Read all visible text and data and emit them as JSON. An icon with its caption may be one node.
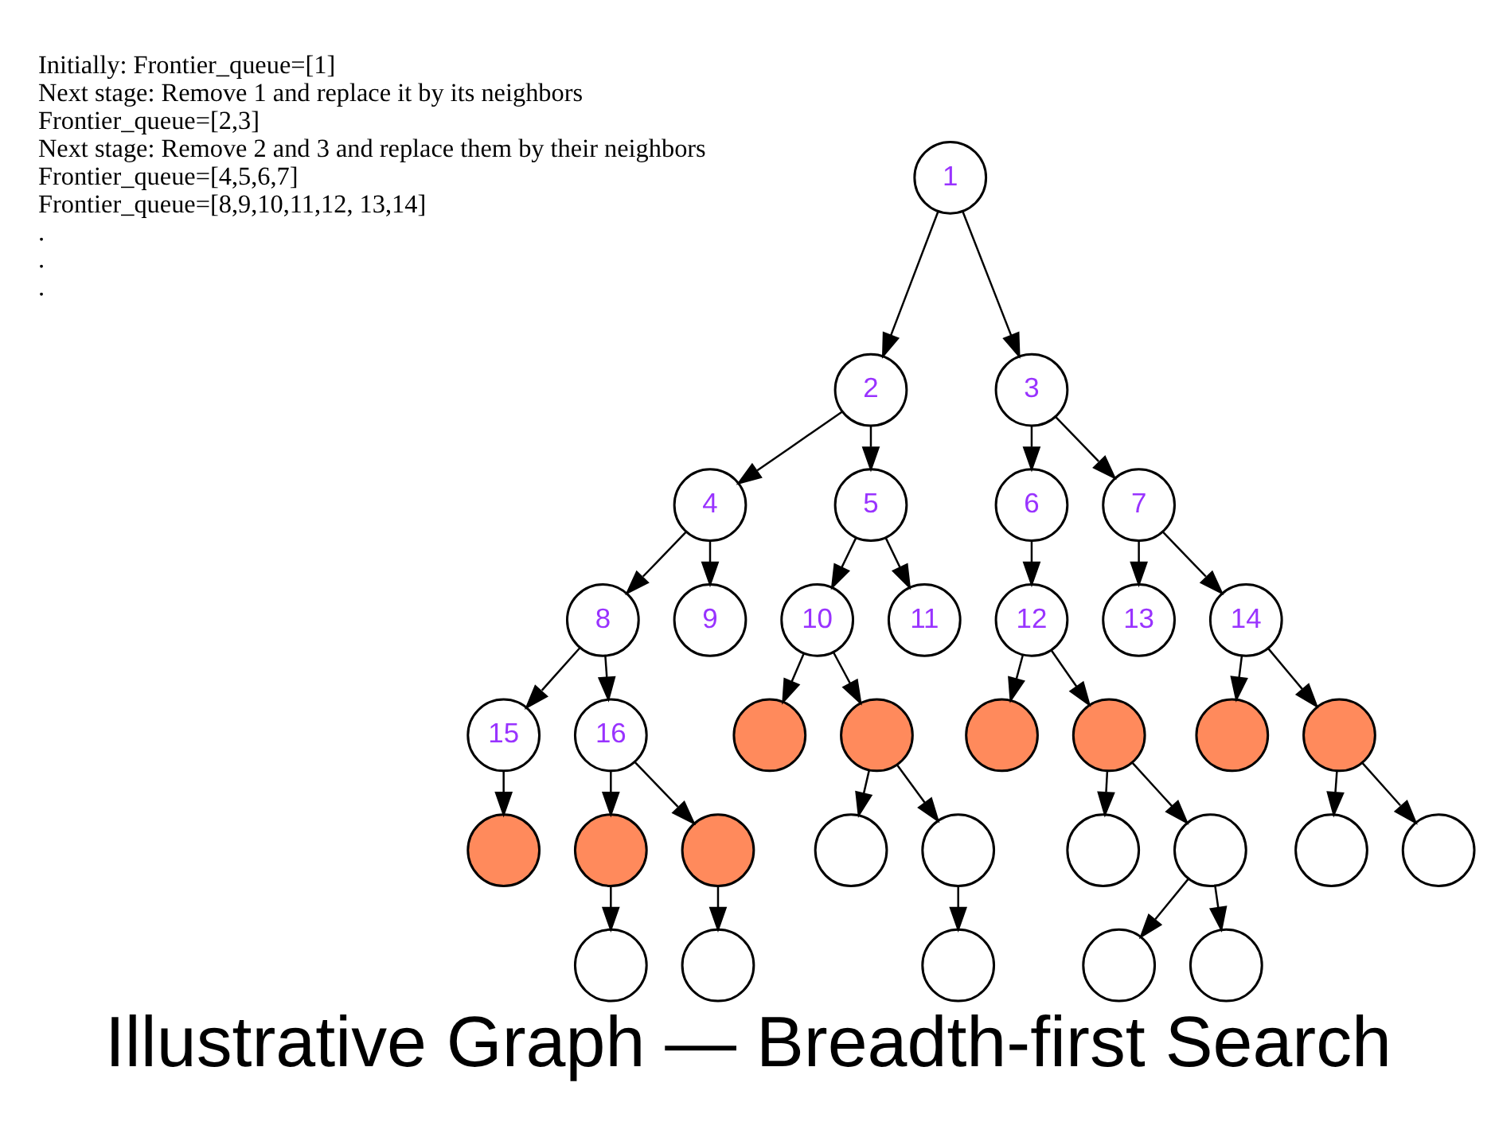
{
  "diagram": {
    "title": "Illustrative Graph — Breadth-first Search",
    "nodes": [
      {
        "text": [
          "1"
        ]
      },
      {
        "text": [
          "2"
        ]
      },
      {
        "text": [
          "3"
        ]
      },
      {
        "text": [
          "4"
        ]
      },
      {
        "text": [
          "5"
        ]
      },
      {
        "text": [
          "6"
        ]
      },
      {
        "text": [
          "7"
        ]
      },
      {
        "text": [
          "8"
        ]
      },
      {
        "text": [
          "9"
        ]
      },
      {
        "text": [
          "10"
        ]
      },
      {
        "text": [
          "11"
        ]
      },
      {
        "text": [
          "12"
        ]
      },
      {
        "text": [
          "13"
        ]
      },
      {
        "text": [
          "14"
        ]
      },
      {
        "text": [
          "15"
        ]
      },
      {
        "text": [
          "16"
        ]
      },
      {
        "text": [],
        "shape": "circle"
      },
      {
        "text": [],
        "shape": "circle"
      },
      {
        "text": [],
        "shape": "circle"
      },
      {
        "text": [],
        "shape": "circle"
      },
      {
        "text": [],
        "shape": "circle"
      },
      {
        "text": [],
        "shape": "circle"
      },
      {
        "text": [],
        "shape": "circle"
      },
      {
        "text": [],
        "shape": "circle"
      },
      {
        "text": [],
        "shape": "circle"
      },
      {
        "text": [],
        "shape": "circle"
      },
      {
        "text": [],
        "shape": "circle"
      },
      {
        "text": [],
        "shape": "circle"
      },
      {
        "text": [],
        "shape": "circle"
      },
      {
        "text": [],
        "shape": "circle"
      },
      {
        "text": [],
        "shape": "circle"
      },
      {
        "text": [],
        "shape": "circle"
      },
      {
        "text": [],
        "shape": "circle"
      },
      {
        "text": [],
        "shape": "circle"
      },
      {
        "text": [],
        "shape": "circle"
      },
      {
        "text": [],
        "shape": "circle"
      }
    ],
    "edges": [
      {
        "from": 0,
        "to": 1,
        "arrow": "to"
      },
      {
        "from": 0,
        "to": 2,
        "arrow": "to"
      },
      {
        "from": 1,
        "to": 3,
        "arrow": "to"
      },
      {
        "from": 1,
        "to": 4,
        "arrow": "to"
      },
      {
        "from": 2,
        "to": 5,
        "arrow": "to"
      },
      {
        "from": 2,
        "to": 6,
        "arrow": "to"
      },
      {
        "from": 3,
        "to": 7,
        "arrow": "to"
      },
      {
        "from": 3,
        "to": 8,
        "arrow": "to"
      },
      {
        "from": 4,
        "to": 9,
        "arrow": "to"
      },
      {
        "from": 4,
        "to": 10,
        "arrow": "to"
      },
      {
        "from": 5,
        "to": 11,
        "arrow": "to"
      },
      {
        "from": 6,
        "to": 12,
        "arrow": "to"
      },
      {
        "from": 6,
        "to": 13,
        "arrow": "to"
      },
      {
        "from": 7,
        "to": 14,
        "arrow": "to"
      },
      {
        "from": 7,
        "to": 15,
        "arrow": "to"
      },
      {
        "from": 9,
        "to": 16,
        "arrow": "to"
      },
      {
        "from": 9,
        "to": 17,
        "arrow": "to"
      },
      {
        "from": 11,
        "to": 18,
        "arrow": "to"
      },
      {
        "from": 11,
        "to": 19,
        "arrow": "to"
      },
      {
        "from": 13,
        "to": 20,
        "arrow": "to"
      },
      {
        "from": 13,
        "to": 21,
        "arrow": "to"
      },
      {
        "from": 14,
        "to": 22,
        "arrow": "to"
      },
      {
        "from": 15,
        "to": 23,
        "arrow": "to"
      },
      {
        "from": 15,
        "to": 24,
        "arrow": "to"
      },
      {
        "from": 17,
        "to": 25,
        "arrow": "to"
      },
      {
        "from": 17,
        "to": 26,
        "arrow": "to"
      },
      {
        "from": 19,
        "to": 27,
        "arrow": "to"
      },
      {
        "from": 19,
        "to": 28,
        "arrow": "to"
      },
      {
        "from": 21,
        "to": 29,
        "arrow": "to"
      },
      {
        "from": 21,
        "to": 30,
        "arrow": "to"
      },
      {
        "from": 23,
        "to": 31,
        "arrow": "to"
      },
      {
        "from": 24,
        "to": 32,
        "arrow": "to"
      },
      {
        "from": 26,
        "to": 33,
        "arrow": "to"
      },
      {
        "from": 28,
        "to": 34,
        "arrow": "to"
      },
      {
        "from": 28,
        "to": 35,
        "arrow": "to"
      }
    ],
    "labels": [
      "Initially: Frontier_queue=[1]",
      "Next stage: Remove 1 and replace it by its neighbors",
      "Frontier_queue=[2,3]",
      "Next stage: Remove 2 and 3 and replace them by their neighbors",
      "Frontier_queue=[4,5,6,7]",
      "Frontier_queue=[8,9,10,11,12, 13,14]",
      ".",
      ".",
      "."
    ]
  }
}
